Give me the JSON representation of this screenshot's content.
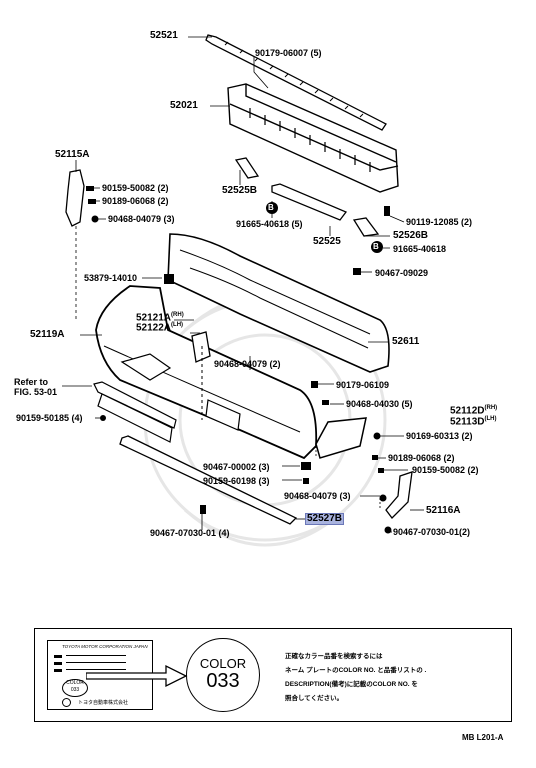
{
  "diagram": {
    "labels": {
      "p52521": "52521",
      "p90179_06007": "90179-06007 (5)",
      "p52021": "52021",
      "p52115A": "52115A",
      "p90159_50082_a": "90159-50082 (2)",
      "p90189_06068_a": "90189-06068 (2)",
      "p90468_04079_a": "90468-04079 (3)",
      "p52525B": "52525B",
      "p91665_40618_a": "91665-40618 (5)",
      "p52525": "52525",
      "p90119_12085": "90119-12085 (2)",
      "p52526B": "52526B",
      "p91665_40618_b": "91665-40618",
      "p90467_09029": "90467-09029",
      "p53879_14010": "53879-14010",
      "p52121A": "52121A",
      "p52121A_sub": "RH",
      "p52122A": "52122A",
      "p52122A_sub": "LH",
      "p52119A": "52119A",
      "p52611": "52611",
      "p90468_04079_b": "90468-04079 (2)",
      "refer_to": "Refer to",
      "fig_53_01": "FIG. 53-01",
      "p90179_06109": "90179-06109",
      "p90468_04030": "90468-04030 (5)",
      "p52112D": "52112D",
      "p52112D_sub": "RH",
      "p52113D": "52113D",
      "p52113D_sub": "LH",
      "p90159_50185": "90159-50185 (4)",
      "p90169_60313": "90169-60313 (2)",
      "p90189_06068_b": "90189-06068 (2)",
      "p90467_00002": "90467-00002 (3)",
      "p90159_50082_b": "90159-50082 (2)",
      "p90159_60198": "90159-60198 (3)",
      "p90468_04079_c": "90468-04079 (3)",
      "p52116A": "52116A",
      "p52527B": "52527B",
      "p90467_07030_a": "90467-07030-01 (4)",
      "p90467_07030_b": "90467-07030-01(2)"
    },
    "markers": {
      "bolt_letter": "B"
    }
  },
  "legend": {
    "plate_header": "TOYOTA MOTOR CORPORATION JAPAN",
    "plate_color_label": "COLOR",
    "plate_color_code": "033",
    "plate_footer": "トヨタ自動車株式会社",
    "color_word": "COLOR",
    "color_code": "033",
    "japanese_text": [
      "正確なカラー品番を検索するには",
      "ネーム プレートのCOLOR NO. と品番リストの .",
      "DESCRIPTION(備考)に記載のCOLOR NO. を",
      "照合してください。"
    ]
  },
  "footer": {
    "code": "MB L201-A"
  }
}
